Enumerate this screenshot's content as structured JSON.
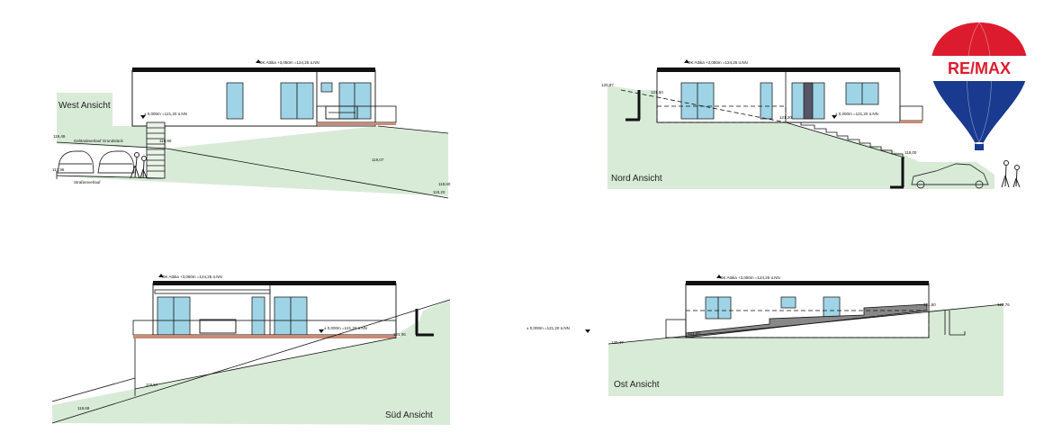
{
  "colors": {
    "ground": "#d8ebd7",
    "window": "#9fd4e6",
    "roof": "#111111",
    "terrace_base": "#c98b74",
    "remax_red": "#dc1c2e",
    "remax_blue": "#1a3a8f"
  },
  "logo": {
    "text": "RE/MAX",
    "icon": "hot-air-balloon-icon"
  },
  "views": {
    "west": {
      "title": "West Ansicht",
      "roof_label": "OK Attika +3,050m =124,25 ü.NN",
      "floor_label": "± 0,000m =121,20 ü.NN",
      "gelaende_label": "Geländeverlauf Grundstück",
      "strasse_label": "Straßenverlauf",
      "levels": [
        "119,49",
        "117,96",
        "119,90",
        "119,07",
        "118,60",
        "118,20"
      ]
    },
    "nord": {
      "title": "Nord Ansicht",
      "roof_label": "OK Attika +3,050m =124,25 ü.NN",
      "floor_label": "± 0,000m =121,20 ü.NN",
      "levels": [
        "120,97",
        "121,50",
        "121,20",
        "118,00"
      ]
    },
    "sued": {
      "title": "Süd Ansicht",
      "roof_label": "OK Attika +3,050m =124,25 ü.NN",
      "floor_label": "± 0,000m =121,20 ü.NN",
      "levels": [
        "121,06",
        "119,57",
        "118,69"
      ]
    },
    "ost": {
      "title": "Ost Ansicht",
      "roof_label": "OK Attika +3,050m =124,25 ü.NN",
      "floor_label": "± 0,000m =121,20 ü.NN",
      "levels": [
        "120,47",
        "121,00",
        "121,50",
        "122,76"
      ]
    }
  }
}
